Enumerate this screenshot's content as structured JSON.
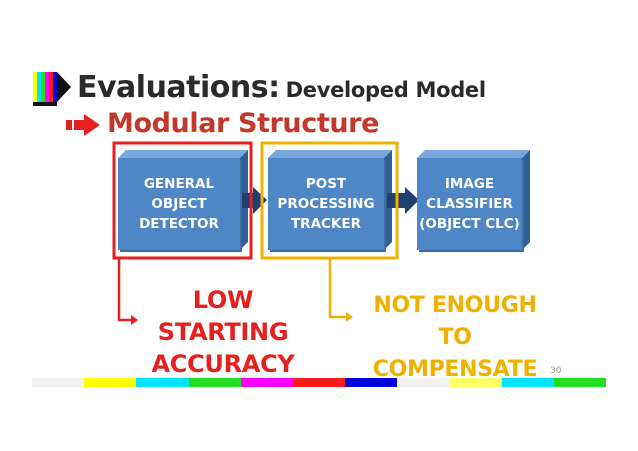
{
  "slide": {
    "title": "Evaluations:",
    "title_suffix": "Developed Model",
    "subtitle": "Modular Structure",
    "page_number": "30"
  },
  "blocks": [
    {
      "label": "GENERAL\nOBJECT\nDETECTOR"
    },
    {
      "label": "POST\nPROCESSING\nTRACKER"
    },
    {
      "label": "IMAGE\nCLASSIFIER\n(OBJECT CLC)"
    }
  ],
  "outcomes": {
    "low_accuracy": "LOW STARTING\nACCURACY",
    "not_enough": "NOT ENOUGH\nTO COMPENSATE"
  },
  "colors": {
    "block_fill": "#4f86c6",
    "red_highlight": "#e5201f",
    "orange_highlight": "#f0b000",
    "subtitle_red": "#c0392b",
    "connector_arrow": "#1f3f6e"
  },
  "bottom_bar_colors": [
    "#f2f2f2",
    "#ffff00",
    "#00e5ff",
    "#22dd22",
    "#ff00ff",
    "#ff1a1a",
    "#0000dd",
    "#f2f2f2",
    "#ffff66",
    "#00e5ff",
    "#22dd22"
  ]
}
